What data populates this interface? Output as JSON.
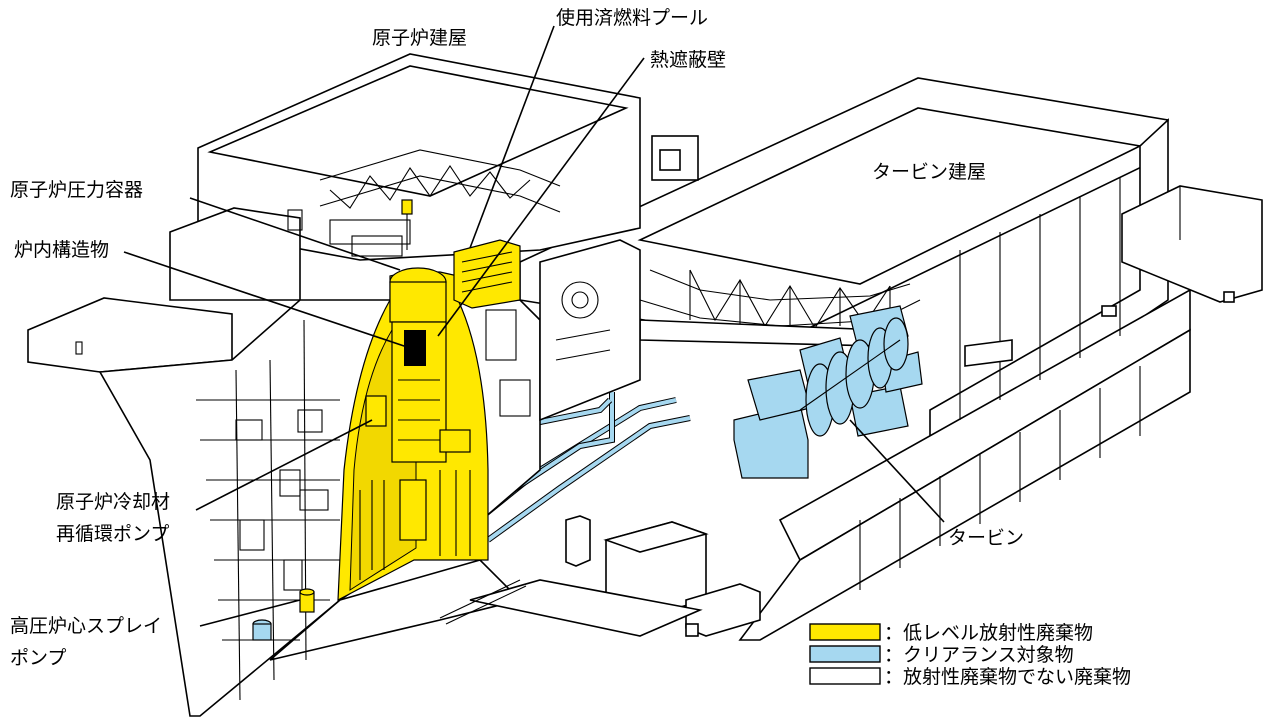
{
  "labels": {
    "reactor_building": "原子炉建屋",
    "spent_fuel_pool": "使用済燃料プール",
    "biological_shield": "熱遮蔽壁",
    "pressure_vessel": "原子炉圧力容器",
    "internals": "炉内構造物",
    "turbine_building": "タービン建屋",
    "recirc_pump_line1": "原子炉冷却材",
    "recirc_pump_line2": "再循環ポンプ",
    "hpcs_pump_line1": "高圧炉心スプレイ",
    "hpcs_pump_line2": "ポンプ",
    "turbine": "タービン"
  },
  "legend": [
    {
      "color": "#ffe800",
      "text": "：低レベル放射性廃棄物"
    },
    {
      "color": "#a6d8f0",
      "text": "：クリアランス対象物"
    },
    {
      "color": "#ffffff",
      "text": "：放射性廃棄物でない廃棄物"
    }
  ],
  "colors": {
    "low_level_waste": "#ffe800",
    "clearance": "#a6d8f0",
    "non_radioactive": "#ffffff"
  }
}
